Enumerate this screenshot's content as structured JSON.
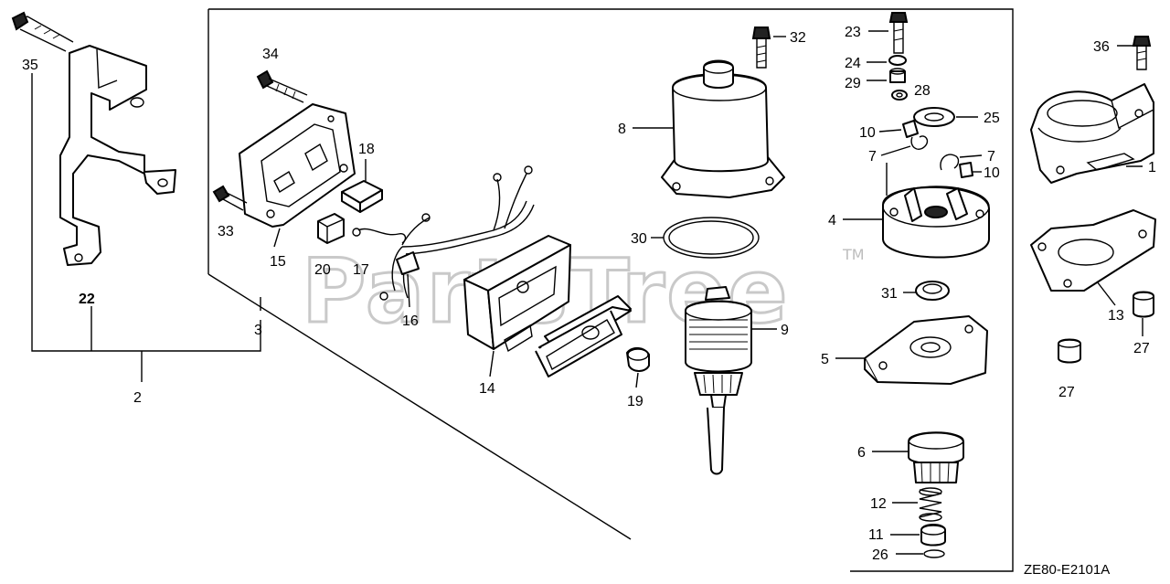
{
  "watermark": {
    "text": "PartsTree",
    "tm": "TM"
  },
  "diagram_code": "ZE80-E2101A",
  "labels": {
    "p1": "1",
    "p2": "2",
    "p3": "3",
    "p4": "4",
    "p5": "5",
    "p6": "6",
    "p7a": "7",
    "p7b": "7",
    "p8": "8",
    "p9": "9",
    "p10a": "10",
    "p10b": "10",
    "p11": "11",
    "p12": "12",
    "p13": "13",
    "p14": "14",
    "p15": "15",
    "p16": "16",
    "p17": "17",
    "p18": "18",
    "p19": "19",
    "p20": "20",
    "p22": "22",
    "p23": "23",
    "p24": "24",
    "p25": "25",
    "p26": "26",
    "p27a": "27",
    "p27b": "27",
    "p28": "28",
    "p29": "29",
    "p30": "30",
    "p31": "31",
    "p32": "32",
    "p33": "33",
    "p34": "34",
    "p35": "35",
    "p36": "36"
  }
}
